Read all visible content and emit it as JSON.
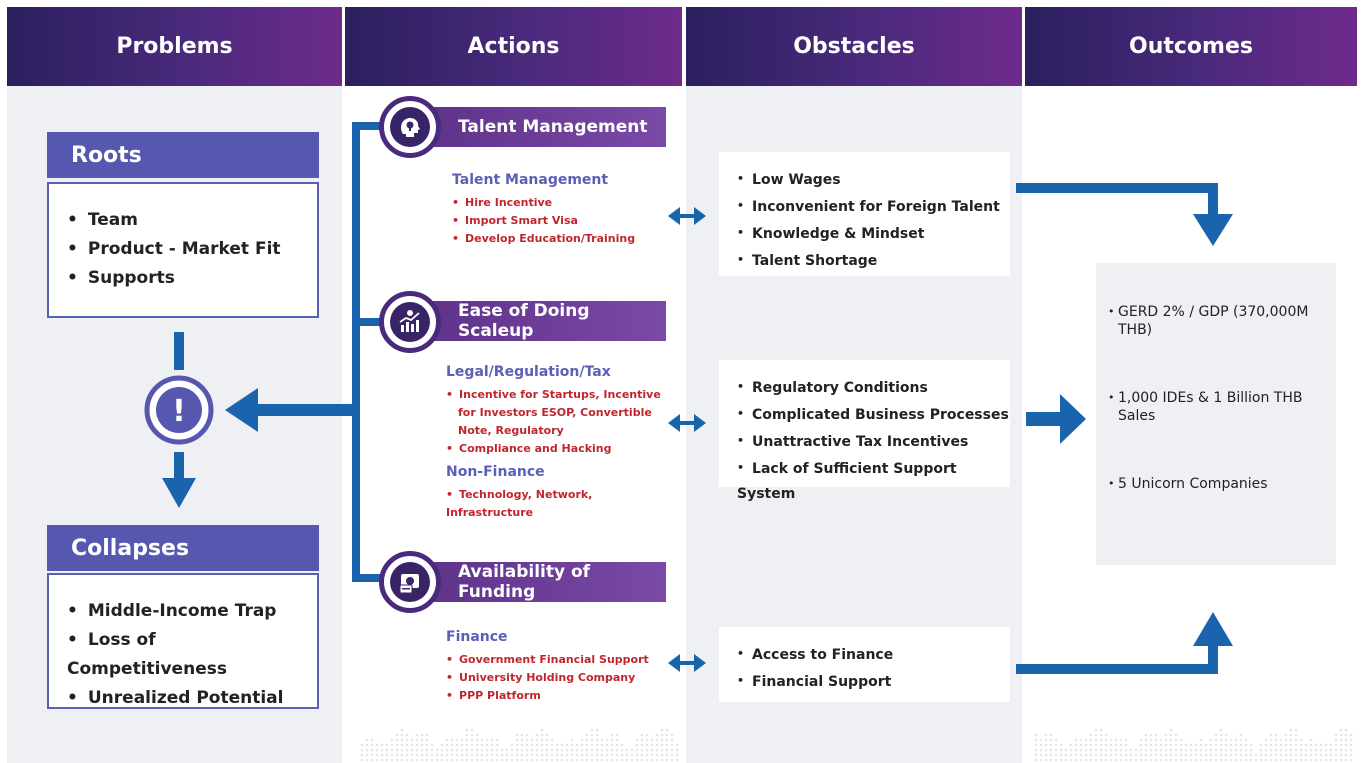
{
  "columns": [
    "Problems",
    "Actions",
    "Obstacles",
    "Outcomes"
  ],
  "problems": {
    "roots_title": "Roots",
    "roots": [
      "Team",
      "Product - Market Fit",
      "Supports"
    ],
    "alert_symbol": "!",
    "collapses_title": "Collapses",
    "collapses": [
      "Middle-Income Trap",
      "Loss of Competitiveness",
      "Unrealized Potential"
    ]
  },
  "actions": [
    {
      "title": "Talent Management",
      "icon": "head-lightbulb-icon",
      "groups": [
        {
          "heading": "Talent Management",
          "items": [
            "Hire Incentive",
            "Import Smart Visa",
            "Develop Education/Training"
          ]
        }
      ]
    },
    {
      "title": "Ease of Doing Scaleup",
      "icon": "growth-chart-icon",
      "groups": [
        {
          "heading": "Legal/Regulation/Tax",
          "items": [
            "Incentive for Startups, Incentive for Investors ESOP, Convertible Note, Regulatory",
            "Compliance and Hacking"
          ]
        },
        {
          "heading": "Non-Finance",
          "items": [
            "Technology, Network, Infrastructure"
          ]
        }
      ]
    },
    {
      "title": "Availability of Funding",
      "icon": "funding-card-icon",
      "groups": [
        {
          "heading": "Finance",
          "items": [
            "Government Financial Support",
            "University Holding Company",
            "PPP Platform"
          ]
        }
      ]
    }
  ],
  "obstacles": [
    [
      "Low Wages",
      "Inconvenient for Foreign Talent",
      "Knowledge & Mindset",
      "Talent Shortage"
    ],
    [
      "Regulatory Conditions",
      "Complicated Business Processes",
      "Unattractive Tax Incentives",
      "Lack of Sufficient Support System"
    ],
    [
      "Access to Finance",
      "Financial Support"
    ]
  ],
  "outcomes": [
    "GERD 2% / GDP (370,000M THB)",
    "1,000 IDEs & 1 Billion THB Sales",
    "5 Unicorn Companies"
  ],
  "colors": {
    "header": "#4a2a7c",
    "accent_blue": "#1a63ad",
    "box_blue": "#5658b0",
    "red_text": "#c0262d",
    "panel_gray": "#eef0f3"
  }
}
